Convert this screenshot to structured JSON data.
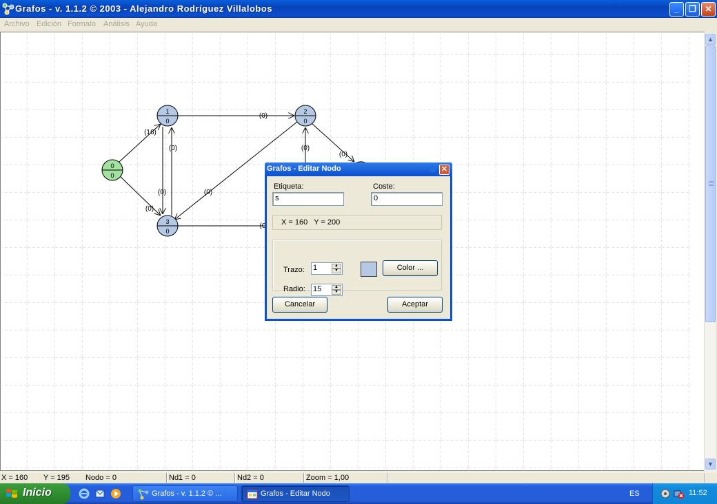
{
  "window": {
    "title": "Grafos - v. 1.1.2  © 2003 - Alejandro Rodríguez Villalobos",
    "minimize": "_",
    "maximize": "❐",
    "close": "✕"
  },
  "menu": [
    "Archivo",
    "Edición",
    "Formato",
    "Análisis",
    "Ayuda"
  ],
  "graph": {
    "nodes": [
      {
        "label": "0",
        "cost": "0",
        "color": "#a3e19f"
      },
      {
        "label": "1",
        "cost": "0",
        "color": "#b5c8e4"
      },
      {
        "label": "2",
        "cost": "0",
        "color": "#b5c8e4"
      },
      {
        "label": "3",
        "cost": "0",
        "color": "#b5c8e4"
      }
    ],
    "edges": [
      {
        "from": "0",
        "to": "1",
        "label": "(16)"
      },
      {
        "from": "0",
        "to": "3",
        "label": "(0)"
      },
      {
        "from": "1",
        "to": "2",
        "label": "(0)"
      },
      {
        "from": "1",
        "to": "3",
        "label": "(0)"
      },
      {
        "from": "3",
        "to": "1",
        "label": "(0)"
      },
      {
        "from": "2",
        "to": "3",
        "label": "(0)"
      },
      {
        "from": "?",
        "to": "2",
        "label": "(0)"
      },
      {
        "from": "2",
        "to": "?",
        "label": "(0)"
      },
      {
        "from": "3",
        "to": "?",
        "label": "(0"
      }
    ]
  },
  "status": {
    "x": "X = 160",
    "y": "Y = 195",
    "node": "Nodo = 0",
    "nd1": "Nd1 = 0",
    "nd2": "Nd2 = 0",
    "zoom": "Zoom = 1,00"
  },
  "dialog": {
    "title": "Grafos - Editar Nodo",
    "close": "✕",
    "label_caption": "Etiqueta:",
    "label_value": "s",
    "cost_caption": "Coste:",
    "cost_value": "0",
    "coords": "X = 160   Y = 200",
    "stroke_caption": "Trazo:",
    "stroke_value": "1",
    "radius_caption": "Radio:",
    "radius_value": "15",
    "node_color": "#b5c8e4",
    "color_button": "Color ...",
    "cancel_button": "Cancelar",
    "accept_button": "Aceptar"
  },
  "taskbar": {
    "start": "Inicio",
    "tasks": [
      "Grafos - v. 1.1.2 © ...",
      "Grafos - Editar Nodo"
    ],
    "language": "ES",
    "clock": "11:52"
  }
}
